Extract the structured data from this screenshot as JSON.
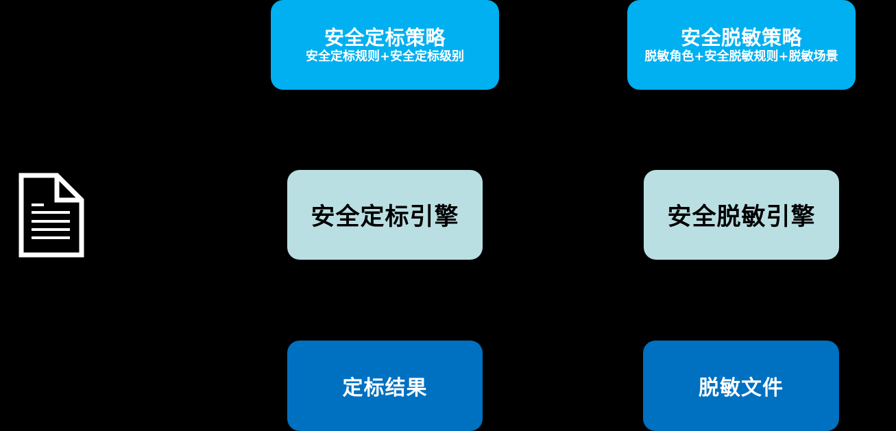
{
  "diagram": {
    "background": "#000000",
    "input": {
      "icon": "document-icon"
    },
    "columns": [
      {
        "name": "labeling",
        "policy": {
          "title": "安全定标策略",
          "subtitle": "安全定标规则+安全定标级别",
          "color": "#00B0F0"
        },
        "engine": {
          "title": "安全定标引擎",
          "color": "#BADFE3"
        },
        "result": {
          "title": "定标结果",
          "color": "#0070C0"
        }
      },
      {
        "name": "desensitization",
        "policy": {
          "title": "安全脱敏策略",
          "subtitle": "脱敏角色+安全脱敏规则+脱敏场景",
          "color": "#00B0F0"
        },
        "engine": {
          "title": "安全脱敏引擎",
          "color": "#BADFE3"
        },
        "result": {
          "title": "脱敏文件",
          "color": "#0070C0"
        }
      }
    ]
  }
}
